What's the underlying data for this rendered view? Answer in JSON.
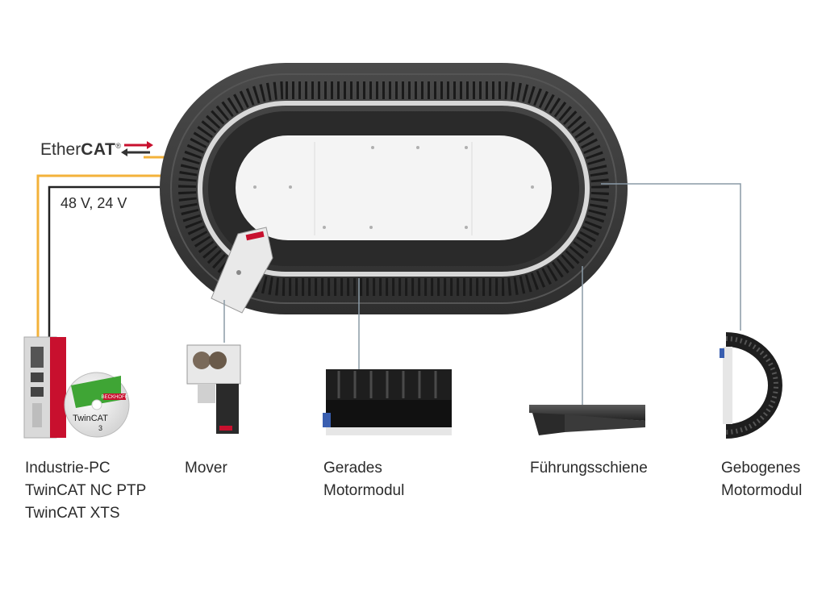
{
  "protocol": {
    "brand_plain": "Ether",
    "brand_bold": "CAT",
    "trademark": "®",
    "voltage": "48 V, 24 V"
  },
  "components": [
    {
      "id": "ipc",
      "lines": [
        "Industrie-PC",
        "TwinCAT NC PTP",
        "TwinCAT XTS"
      ]
    },
    {
      "id": "mover",
      "lines": [
        "Mover"
      ]
    },
    {
      "id": "straight",
      "lines": [
        "Gerades",
        "Motormodul"
      ]
    },
    {
      "id": "rail",
      "lines": [
        "Führungsschiene"
      ]
    },
    {
      "id": "curved",
      "lines": [
        "Gebogenes",
        "Motormodul"
      ]
    }
  ],
  "logos": {
    "disc_text": "TwinCAT",
    "disc_sub": "3",
    "disc_brand": "BECKHOFF"
  },
  "colors": {
    "ethercat_line": "#f3b23a",
    "power_line": "#222222",
    "leader": "#8a9aa6",
    "track_dark": "#3d3d3d",
    "beckhoff_red": "#c8102e"
  }
}
